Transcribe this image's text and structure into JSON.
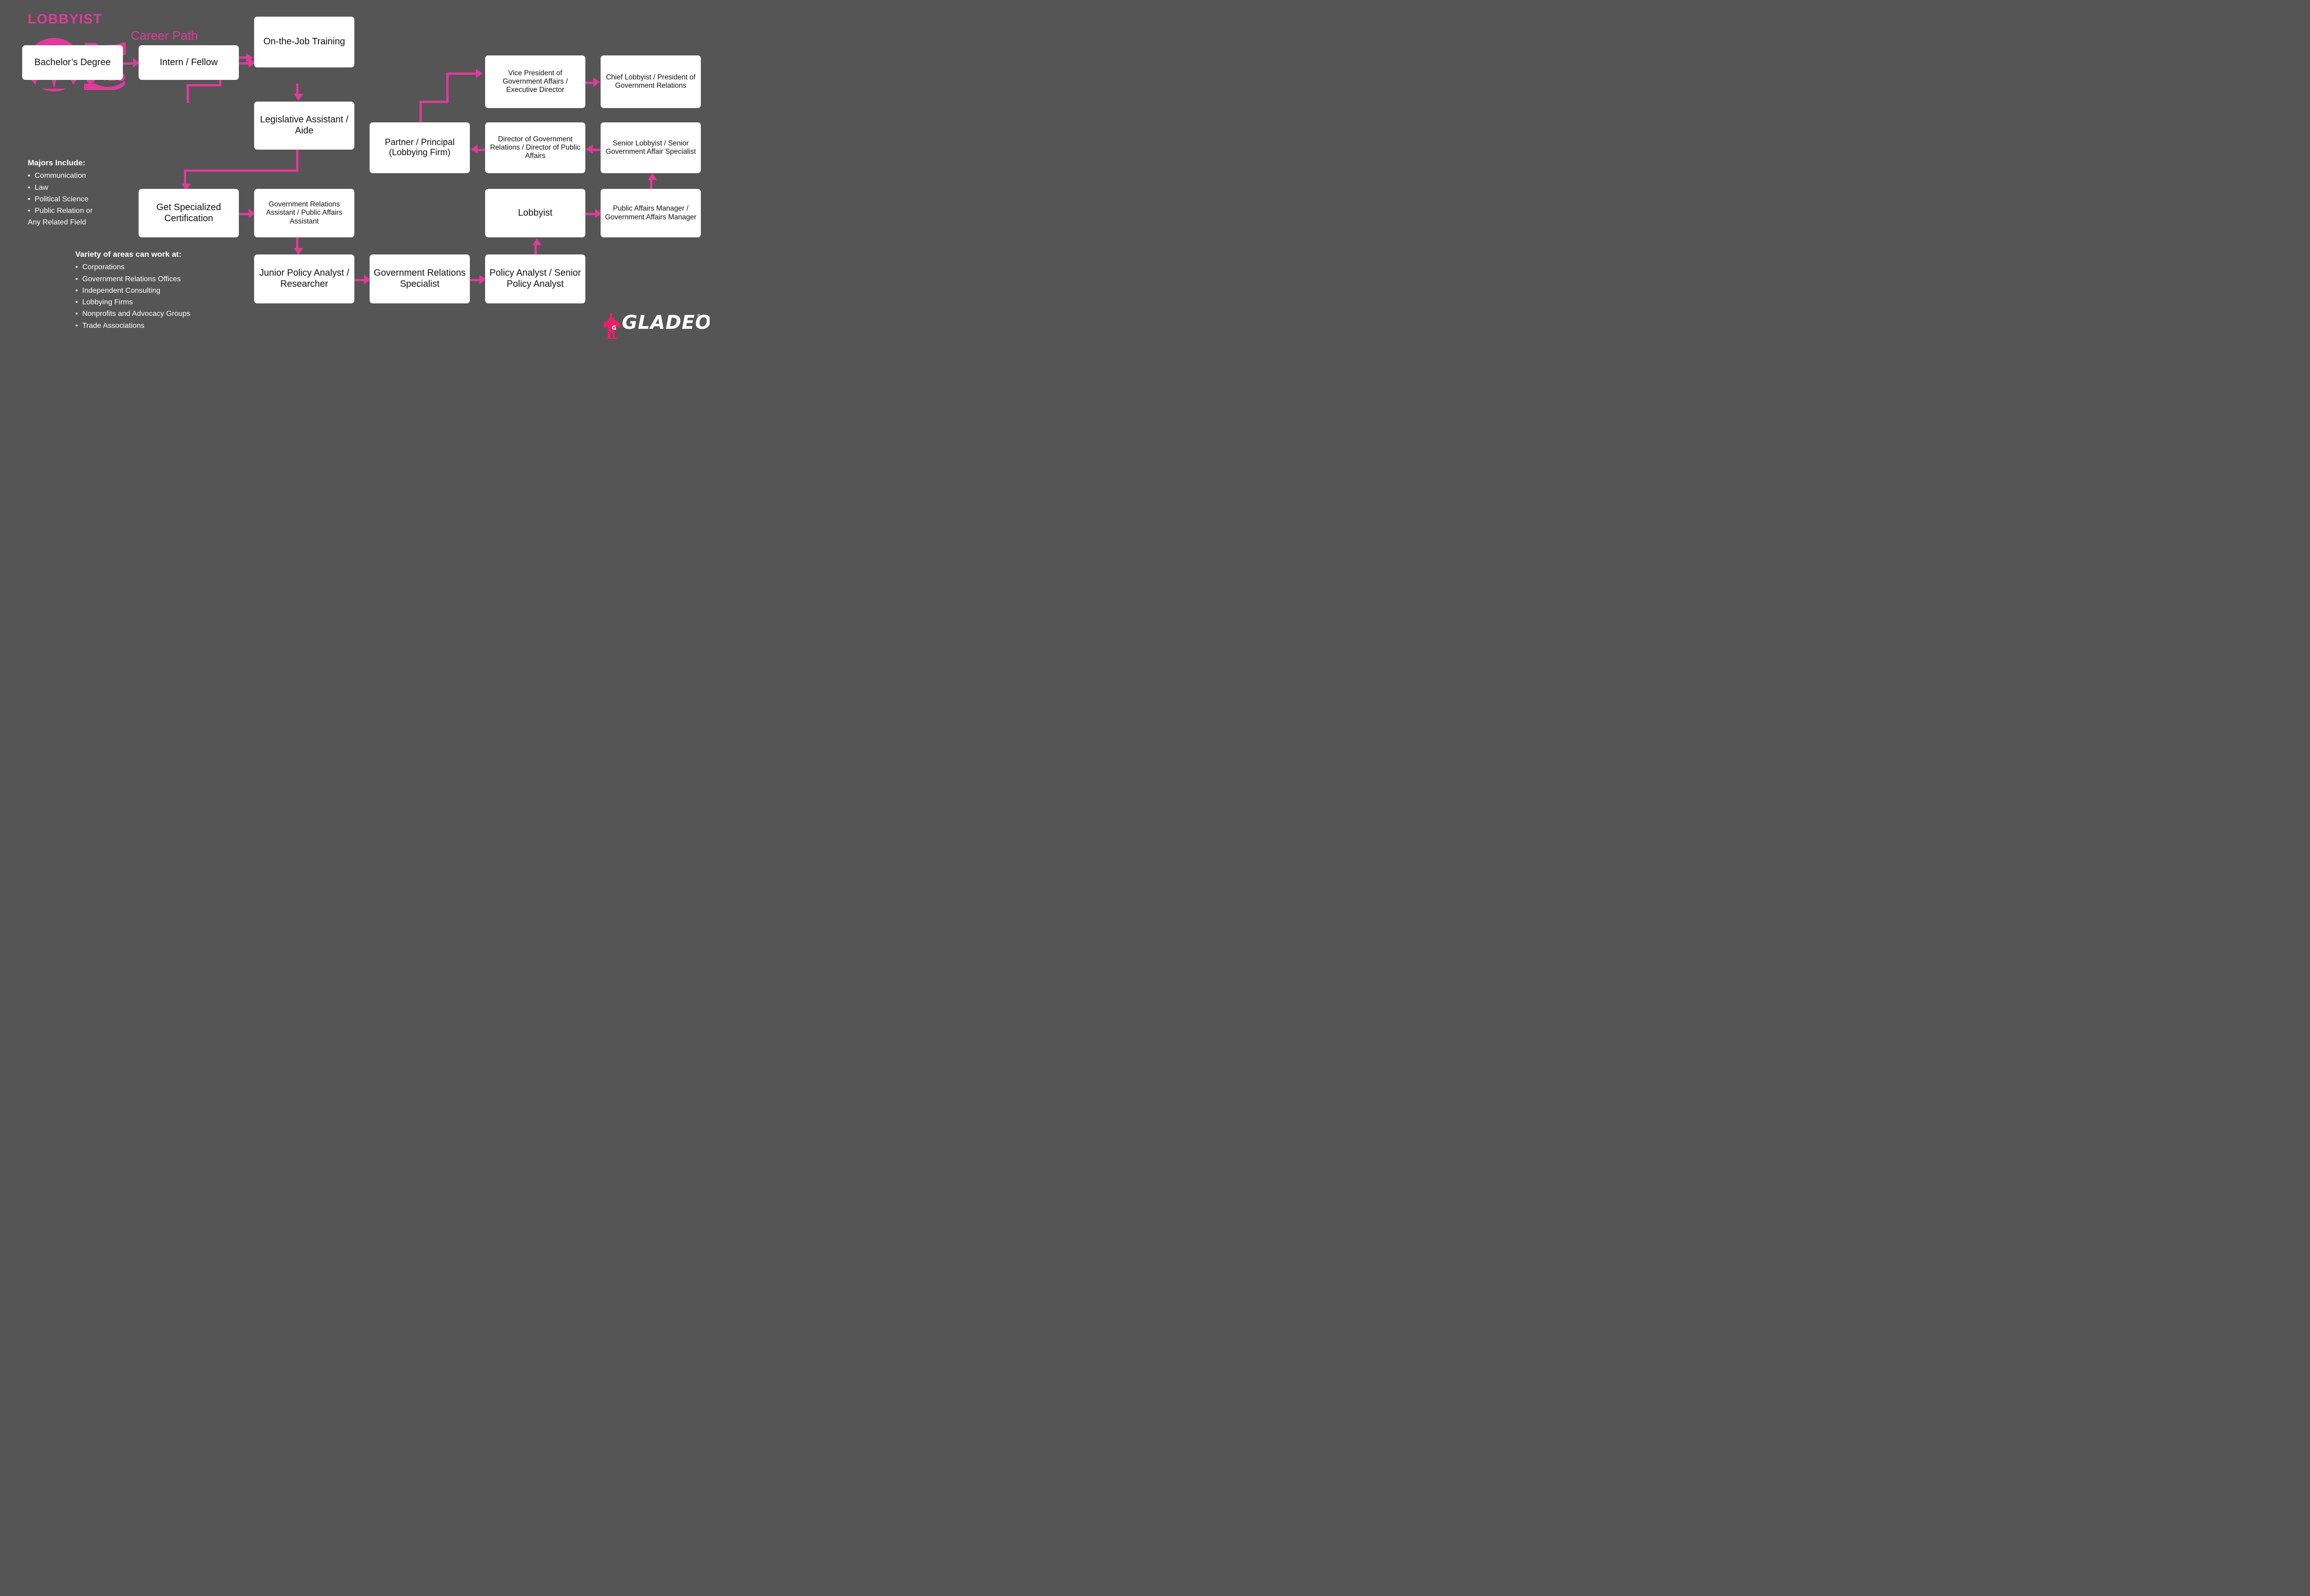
{
  "header": {
    "title": "LOBBYIST",
    "subtitle": "Career Path",
    "portrait_icon": "person-in-suit-portrait-icon",
    "cluster_icon": "handshake-and-money-icon"
  },
  "nodes": {
    "bachelors_degree": "Bachelor’s Degree",
    "intern_fellow": "Intern / Fellow",
    "on_the_job_training": "On-the-Job Training",
    "legislative_assistant": "Legislative Assistant / Aide",
    "get_specialized_certification": "Get Specialized Certification",
    "gov_relations_assistant": "Government Relations Assistant / Public Affairs Assistant",
    "junior_policy_analyst": "Junior Policy Analyst / Researcher",
    "gov_relations_specialist": "Government Relations Specialist",
    "policy_analyst": "Policy Analyst / Senior Policy Analyst",
    "lobbyist": "Lobbyist",
    "public_affairs_manager": "Public Affairs Manager / Government Affairs Manager",
    "senior_lobbyist": "Senior Lobbyist / Senior Government Affair Specialist",
    "director_gov_relations": "Director of Government Relations / Director of Public Affairs",
    "partner_principal": "Partner / Principal (Lobbying Firm)",
    "vice_president": "Vice President of Government Affairs / Executive Director",
    "chief_lobbyist": "Chief Lobbyist / President of Government Relations"
  },
  "majors": {
    "heading": "Majors Include:",
    "items": [
      "Communication",
      "Law",
      "Political Science",
      "Public Relation or\nAny Related Field"
    ]
  },
  "work_areas": {
    "heading": "Variety of areas can work at:",
    "items": [
      "Corporations",
      "Government Relations Offices",
      "Independent Consulting",
      "Lobbying Firms",
      "Nonprofits and Advocacy Groups",
      "Trade Associations"
    ]
  },
  "logo": {
    "wordmark": "GLADEO",
    "registered": "®",
    "mark_letter": "G"
  },
  "colors": {
    "background": "#555555",
    "accent_pink": "#E03A9A",
    "node_bg": "#FFFFFF",
    "node_text": "#111111",
    "body_text": "#FFFFFF"
  }
}
